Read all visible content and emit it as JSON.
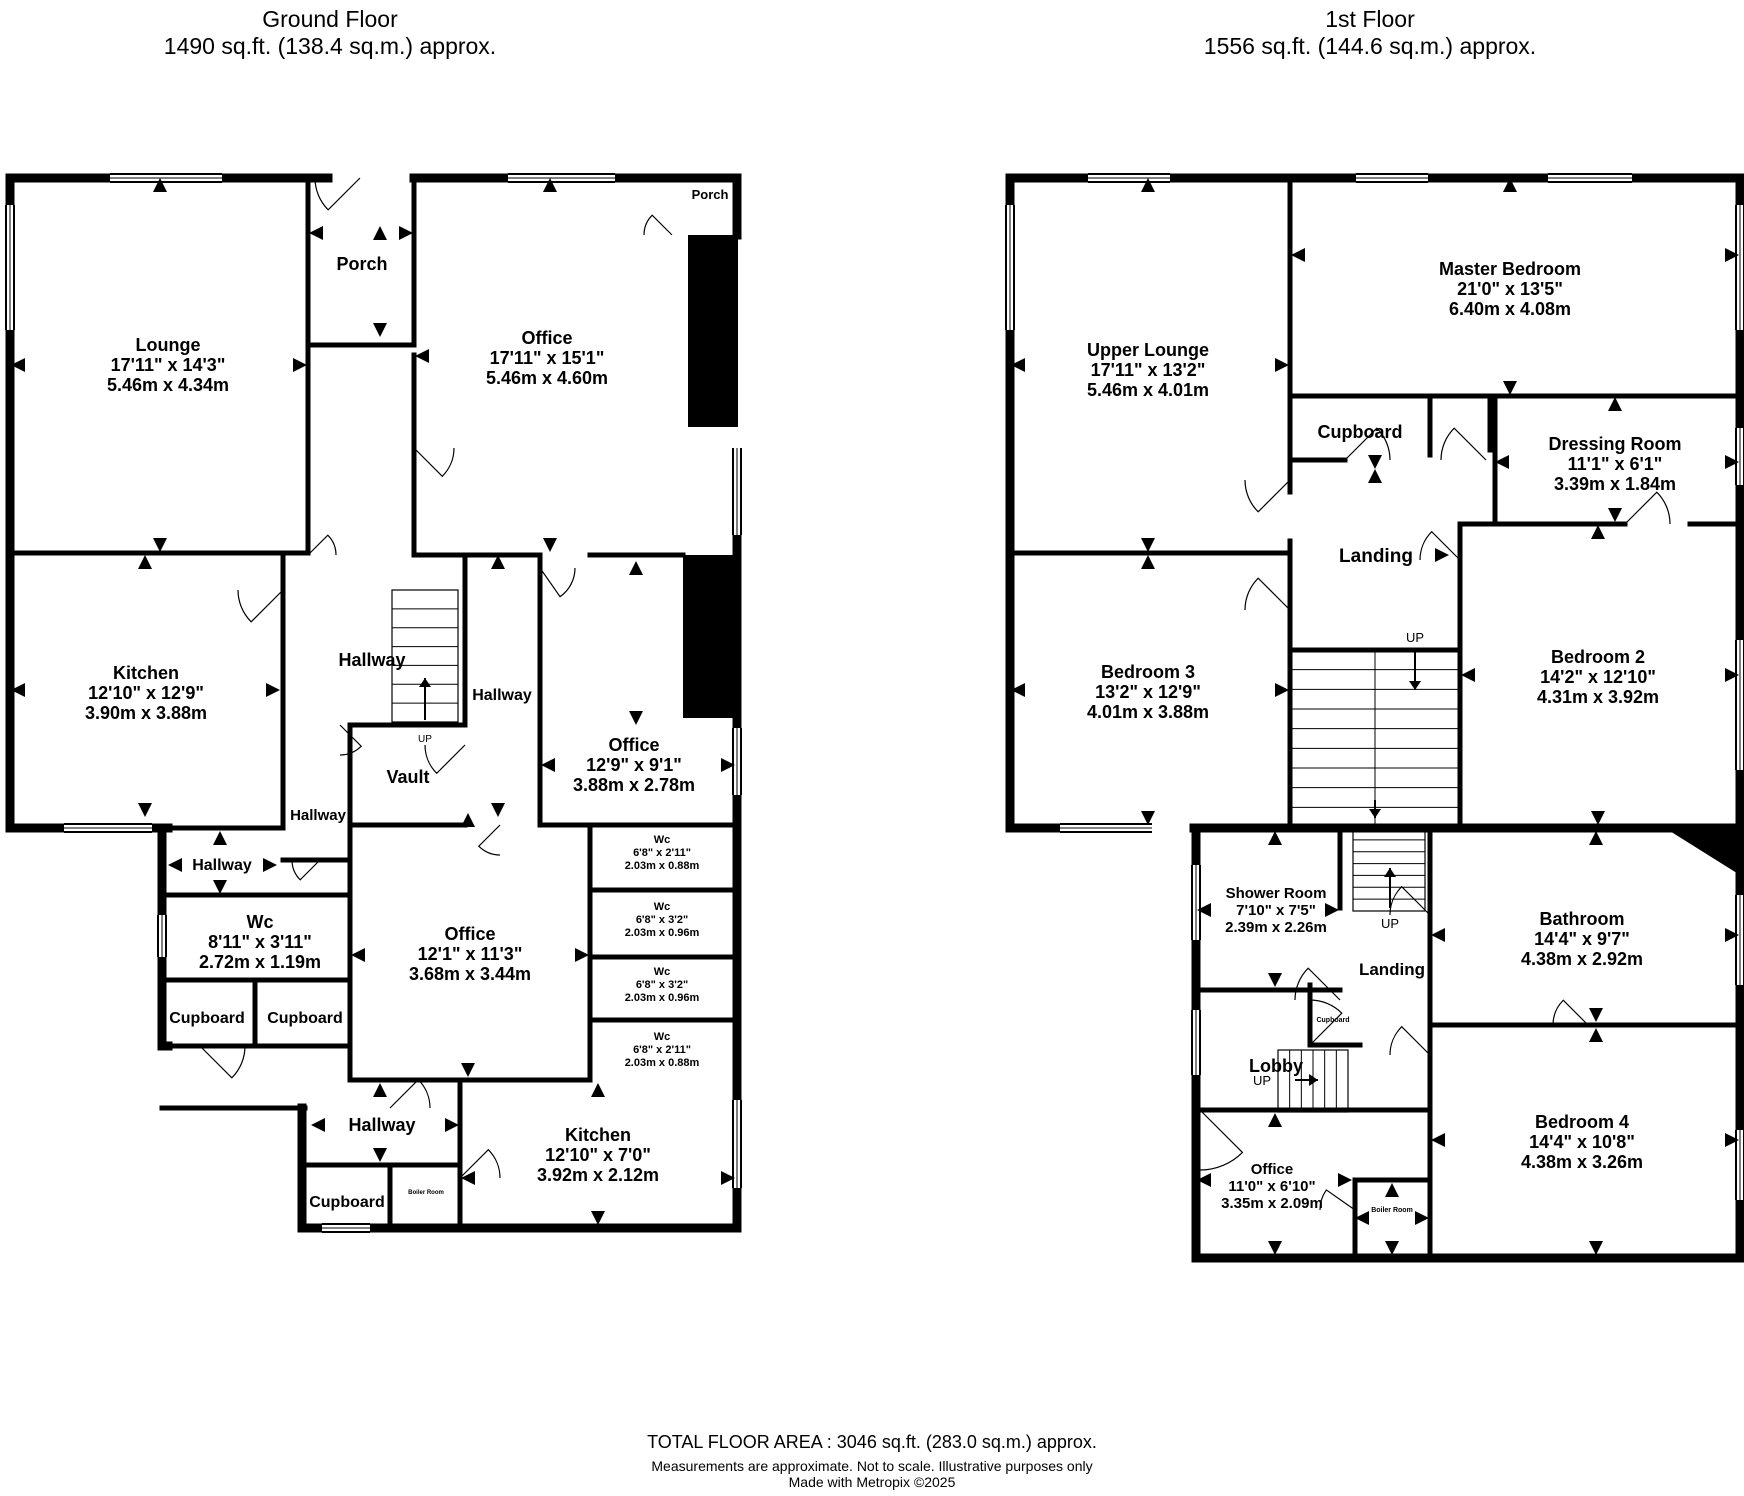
{
  "ground_floor": {
    "title": "Ground Floor",
    "area": "1490 sq.ft. (138.4 sq.m.) approx.",
    "rooms": [
      {
        "name": "Lounge",
        "imperial": "17'11\"  x 14'3\"",
        "metric": "5.46m  x 4.34m"
      },
      {
        "name": "Porch",
        "imperial": "",
        "metric": ""
      },
      {
        "name": "Office",
        "imperial": "17'11\"  x 15'1\"",
        "metric": "5.46m  x 4.60m"
      },
      {
        "name": "Porch",
        "imperial": "",
        "metric": ""
      },
      {
        "name": "Kitchen",
        "imperial": "12'10\"  x 12'9\"",
        "metric": "3.90m  x 3.88m"
      },
      {
        "name": "Hallway",
        "imperial": "",
        "metric": ""
      },
      {
        "name": "Hallway",
        "imperial": "",
        "metric": ""
      },
      {
        "name": "Office",
        "imperial": "12'9\"  x 9'1\"",
        "metric": "3.88m  x 2.78m"
      },
      {
        "name": "Vault",
        "imperial": "",
        "metric": ""
      },
      {
        "name": "Hallway",
        "imperial": "",
        "metric": ""
      },
      {
        "name": "Hallway",
        "imperial": "",
        "metric": ""
      },
      {
        "name": "Wc",
        "imperial": "8'11\"  x 3'11\"",
        "metric": "2.72m  x 1.19m"
      },
      {
        "name": "Office",
        "imperial": "12'1\"  x 11'3\"",
        "metric": "3.68m  x 3.44m"
      },
      {
        "name": "Wc",
        "imperial": "6'8\"  x 2'11\"",
        "metric": "2.03m  x 0.88m"
      },
      {
        "name": "Wc",
        "imperial": "6'8\"  x 3'2\"",
        "metric": "2.03m  x 0.96m"
      },
      {
        "name": "Wc",
        "imperial": "6'8\"  x 3'2\"",
        "metric": "2.03m  x 0.96m"
      },
      {
        "name": "Wc",
        "imperial": "6'8\"  x 2'11\"",
        "metric": "2.03m  x 0.88m"
      },
      {
        "name": "Cupboard",
        "imperial": "",
        "metric": ""
      },
      {
        "name": "Cupboard",
        "imperial": "",
        "metric": ""
      },
      {
        "name": "Hallway",
        "imperial": "",
        "metric": ""
      },
      {
        "name": "Kitchen",
        "imperial": "12'10\"  x 7'0\"",
        "metric": "3.92m  x 2.12m"
      },
      {
        "name": "Cupboard",
        "imperial": "",
        "metric": ""
      },
      {
        "name": "Boiler Room",
        "imperial": "",
        "metric": ""
      }
    ],
    "markers": [
      "UP"
    ]
  },
  "first_floor": {
    "title": "1st Floor",
    "area": "1556 sq.ft. (144.6 sq.m.) approx.",
    "rooms": [
      {
        "name": "Upper Lounge",
        "imperial": "17'11\"  x 13'2\"",
        "metric": "5.46m  x 4.01m"
      },
      {
        "name": "Master Bedroom",
        "imperial": "21'0\"  x 13'5\"",
        "metric": "6.40m  x 4.08m"
      },
      {
        "name": "Cupboard",
        "imperial": "",
        "metric": ""
      },
      {
        "name": "Dressing Room",
        "imperial": "11'1\"  x 6'1\"",
        "metric": "3.39m  x 1.84m"
      },
      {
        "name": "Landing",
        "imperial": "",
        "metric": ""
      },
      {
        "name": "Bedroom 3",
        "imperial": "13'2\"  x 12'9\"",
        "metric": "4.01m  x 3.88m"
      },
      {
        "name": "Bedroom 2",
        "imperial": "14'2\"  x 12'10\"",
        "metric": "4.31m  x 3.92m"
      },
      {
        "name": "Shower Room",
        "imperial": "7'10\"  x 7'5\"",
        "metric": "2.39m  x 2.26m"
      },
      {
        "name": "Bathroom",
        "imperial": "14'4\"  x 9'7\"",
        "metric": "4.38m  x 2.92m"
      },
      {
        "name": "Landing",
        "imperial": "",
        "metric": ""
      },
      {
        "name": "Cupboard",
        "imperial": "",
        "metric": ""
      },
      {
        "name": "Lobby",
        "imperial": "",
        "metric": ""
      },
      {
        "name": "Bedroom 4",
        "imperial": "14'4\"  x 10'8\"",
        "metric": "4.38m  x 3.26m"
      },
      {
        "name": "Office",
        "imperial": "11'0\"  x 6'10\"",
        "metric": "3.35m  x 2.09m"
      },
      {
        "name": "Boiler Room",
        "imperial": "",
        "metric": ""
      }
    ],
    "markers": [
      "UP",
      "UP",
      "UP"
    ]
  },
  "footer": {
    "total": "TOTAL FLOOR AREA : 3046 sq.ft. (283.0 sq.m.) approx.",
    "disclaimer": "Measurements are approximate.  Not to scale.  Illustrative purposes only",
    "credit": "Made with Metropix ©2025"
  },
  "colors": {
    "walls": "#000000",
    "background": "#ffffff",
    "windows": "#ffffff"
  }
}
